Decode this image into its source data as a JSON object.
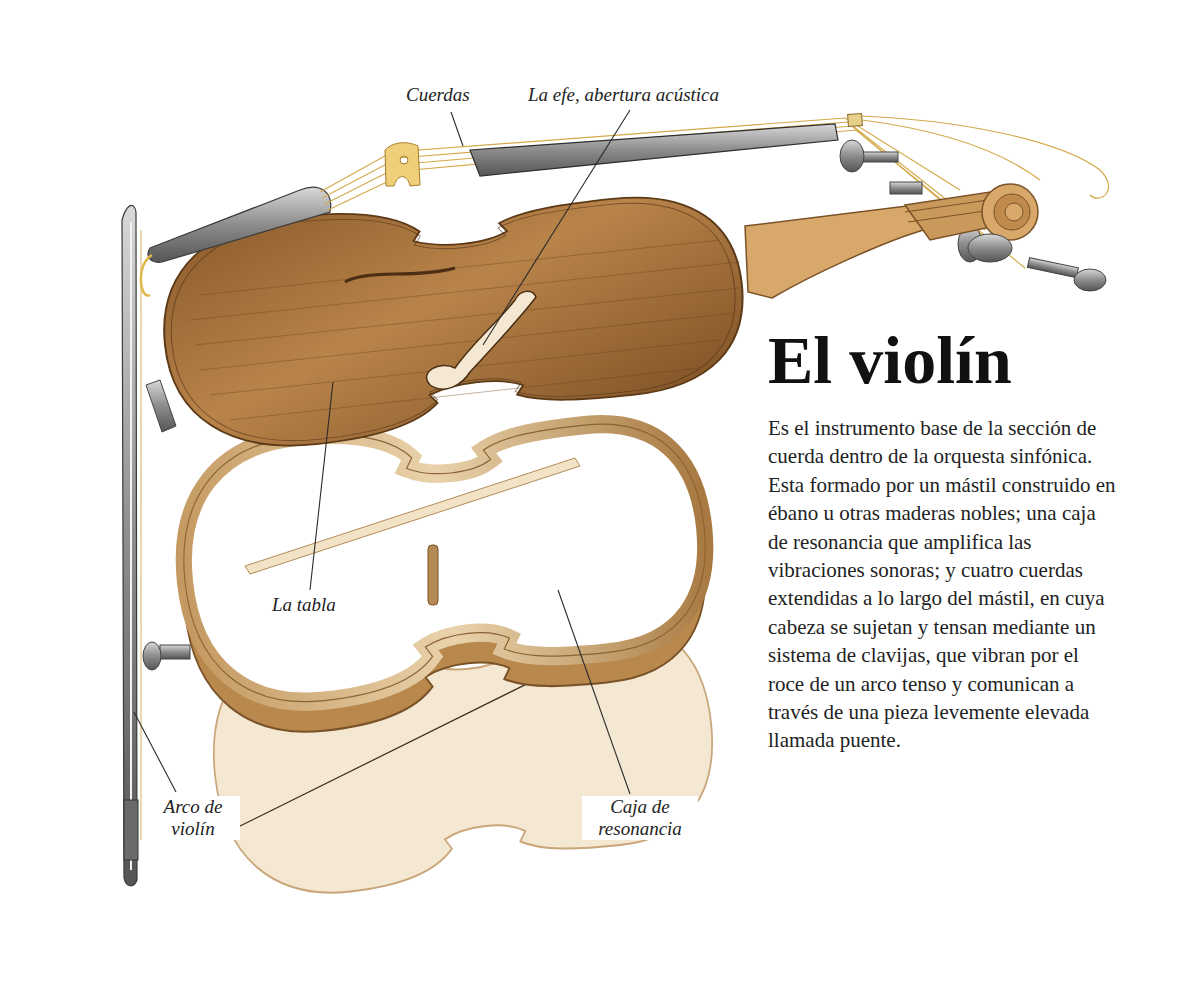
{
  "diagram": {
    "title": "El violín",
    "caption": "Es el instrumento base de la sección de cuerda dentro de la orquesta sinfónica. Esta formado por un mástil construido en ébano u otras maderas nobles; una caja de resonancia que amplifica las vibraciones sonoras; y cuatro cuerdas extendidas a lo largo del mástil, en cuya cabeza se sujetan y tensan mediante un sistema de clavijas, que vibran por el roce de un arco tenso y comunican a través de una pieza levemente elevada llamada puente.",
    "labels": [
      "Cuerdas",
      "La efe, abertura acústica",
      "La tabla",
      "Arco de violín",
      "Caja de resonancia"
    ]
  }
}
